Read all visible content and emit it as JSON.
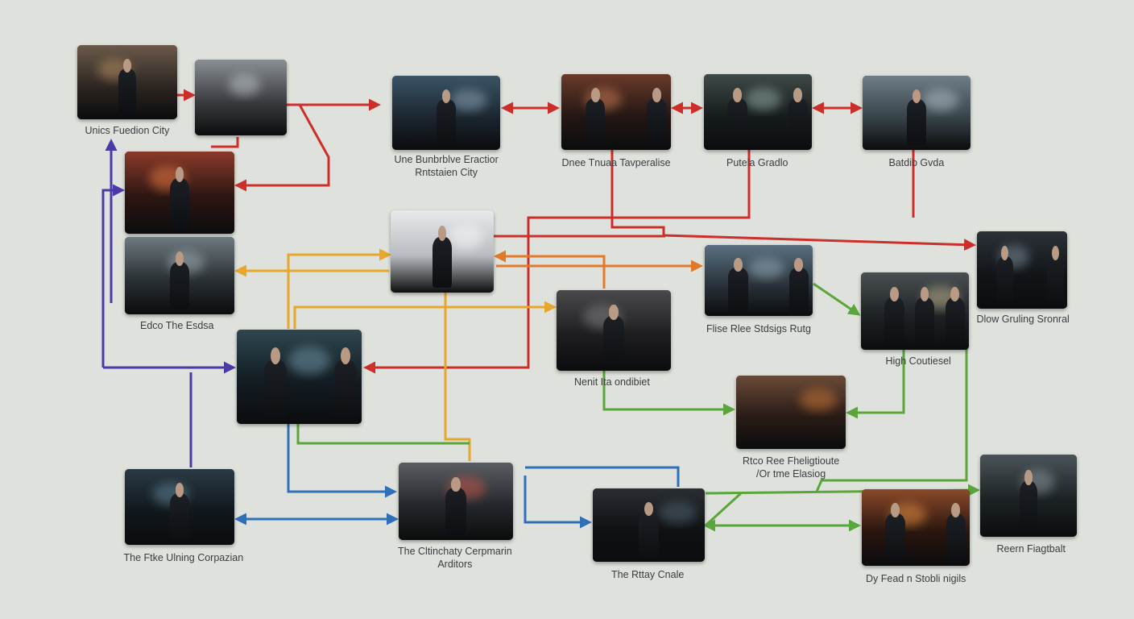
{
  "nodes": [
    {
      "id": "n1",
      "label": [
        "Unics Fuedion City"
      ],
      "palette": [
        "#6b5a4a",
        "#2d2622"
      ],
      "accent": "#c99a6a",
      "figures": 1
    },
    {
      "id": "n2",
      "label": [],
      "palette": [
        "#8a8f94",
        "#3a3d40"
      ],
      "accent": "#d0d4d8",
      "figures": 0
    },
    {
      "id": "n3",
      "label": [
        "Une Bunbrblve Eractior",
        "Rntstaien City"
      ],
      "palette": [
        "#3b5466",
        "#1b2630"
      ],
      "accent": "#9fb7c8",
      "figures": 1
    },
    {
      "id": "n4",
      "label": [
        "Dnee Tnuaa Tavperalise"
      ],
      "palette": [
        "#6a3a2a",
        "#241714"
      ],
      "accent": "#e08a5a",
      "figures": 2
    },
    {
      "id": "n5",
      "label": [
        "Putela Gradlo"
      ],
      "palette": [
        "#3e4a48",
        "#161c1c"
      ],
      "accent": "#a9c2c0",
      "figures": 2
    },
    {
      "id": "n6",
      "label": [
        "Batdib Gvda"
      ],
      "palette": [
        "#6e7e88",
        "#39434a"
      ],
      "accent": "#c4d1d8",
      "figures": 1
    },
    {
      "id": "n7",
      "label": [],
      "palette": [
        "#8a3a2a",
        "#2c1612"
      ],
      "accent": "#ff8a4a",
      "figures": 1
    },
    {
      "id": "n8",
      "label": [
        "Edco The Esdsa"
      ],
      "palette": [
        "#6d7a80",
        "#2a3034"
      ],
      "accent": "#b0bec4",
      "figures": 1
    },
    {
      "id": "n9",
      "label": [],
      "palette": [
        "#e8eaec",
        "#b8bcc0"
      ],
      "accent": "#ffffff",
      "figures": 1
    },
    {
      "id": "n10",
      "label": [
        "Nenit Ita ondibiet"
      ],
      "palette": [
        "#4a4a4c",
        "#1e1e20"
      ],
      "accent": "#8f8f92",
      "figures": 1
    },
    {
      "id": "n11",
      "label": [
        "Flise Rlee Stdsigs Rutg"
      ],
      "palette": [
        "#5a7080",
        "#2a343c"
      ],
      "accent": "#a7bac6",
      "figures": 2
    },
    {
      "id": "n12",
      "label": [
        "High Coutiesel"
      ],
      "palette": [
        "#4a5052",
        "#1e2224"
      ],
      "accent": "#d9c9a0",
      "figures": 3
    },
    {
      "id": "n13",
      "label": [
        "Dlow Gruling Sronral"
      ],
      "palette": [
        "#2c3238",
        "#121518"
      ],
      "accent": "#8fa0b0",
      "figures": 2
    },
    {
      "id": "n14",
      "label": [],
      "palette": [
        "#2f4650",
        "#121c22"
      ],
      "accent": "#7fa6b8",
      "figures": 2
    },
    {
      "id": "n15",
      "label": [
        "Rtco Ree Fheligtioute",
        "/Or tme Elasiog"
      ],
      "palette": [
        "#6a4a38",
        "#2a1c16"
      ],
      "accent": "#e0803a",
      "figures": 0
    },
    {
      "id": "n16",
      "label": [
        "The Ftke Ulning Corpazian"
      ],
      "palette": [
        "#2a3a44",
        "#10181c"
      ],
      "accent": "#6f98ac",
      "figures": 1
    },
    {
      "id": "n17",
      "label": [
        "The Cltinchaty Cerpmarin",
        "Arditors"
      ],
      "palette": [
        "#5a5e62",
        "#24282c"
      ],
      "accent": "#e05a4a",
      "figures": 1
    },
    {
      "id": "n18",
      "label": [
        "The Rttay Cnale"
      ],
      "palette": [
        "#2a2e32",
        "#0f1214"
      ],
      "accent": "#5a6f80",
      "figures": 1
    },
    {
      "id": "n19",
      "label": [
        "Dy Fead n Stobli nigils"
      ],
      "palette": [
        "#8a4a2a",
        "#2a160e"
      ],
      "accent": "#ffa04a",
      "figures": 2
    },
    {
      "id": "n20",
      "label": [
        "Reern Fiagtbalt"
      ],
      "palette": [
        "#4a5458",
        "#1c2224"
      ],
      "accent": "#9aa8ae",
      "figures": 1
    }
  ],
  "colors": {
    "red": "#cc2f2a",
    "orange": "#e07a2a",
    "yellow": "#e6a72a",
    "green": "#5aa63a",
    "blue": "#2f6fb8",
    "purple": "#4a3aa8"
  }
}
